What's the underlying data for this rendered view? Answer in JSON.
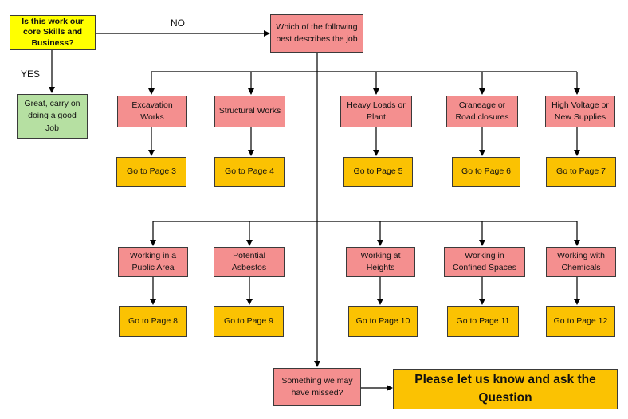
{
  "start": {
    "question": "Is this work our core Skills and Business?",
    "yes_label": "YES",
    "no_label": "NO",
    "yes_result": "Great, carry on doing a good Job"
  },
  "selector": {
    "question": "Which of the following best describes the job"
  },
  "row1": [
    {
      "category": "Excavation Works",
      "target": "Go to Page 3"
    },
    {
      "category": "Structural Works",
      "target": "Go to Page 4"
    },
    {
      "category": "Heavy Loads or Plant",
      "target": "Go to Page 5"
    },
    {
      "category": "Craneage or Road closures",
      "target": "Go to Page 6"
    },
    {
      "category": "High Voltage or New Supplies",
      "target": "Go to Page 7"
    }
  ],
  "row2": [
    {
      "category": "Working in a Public Area",
      "target": "Go to Page 8"
    },
    {
      "category": "Potential Asbestos",
      "target": "Go to Page 9"
    },
    {
      "category": "Working at Heights",
      "target": "Go to Page 10"
    },
    {
      "category": "Working in Confined Spaces",
      "target": "Go to Page 11"
    },
    {
      "category": "Working with Chemicals",
      "target": "Go to Page 12"
    }
  ],
  "fallback": {
    "question": "Something we may have missed?",
    "action": "Please let us know and ask the Question"
  },
  "colors": {
    "question_fill": "#ffff00",
    "result_fill": "#b6e0a2",
    "category_fill": "#f48f8f",
    "page_fill": "#fbc202",
    "line": "#000000"
  }
}
